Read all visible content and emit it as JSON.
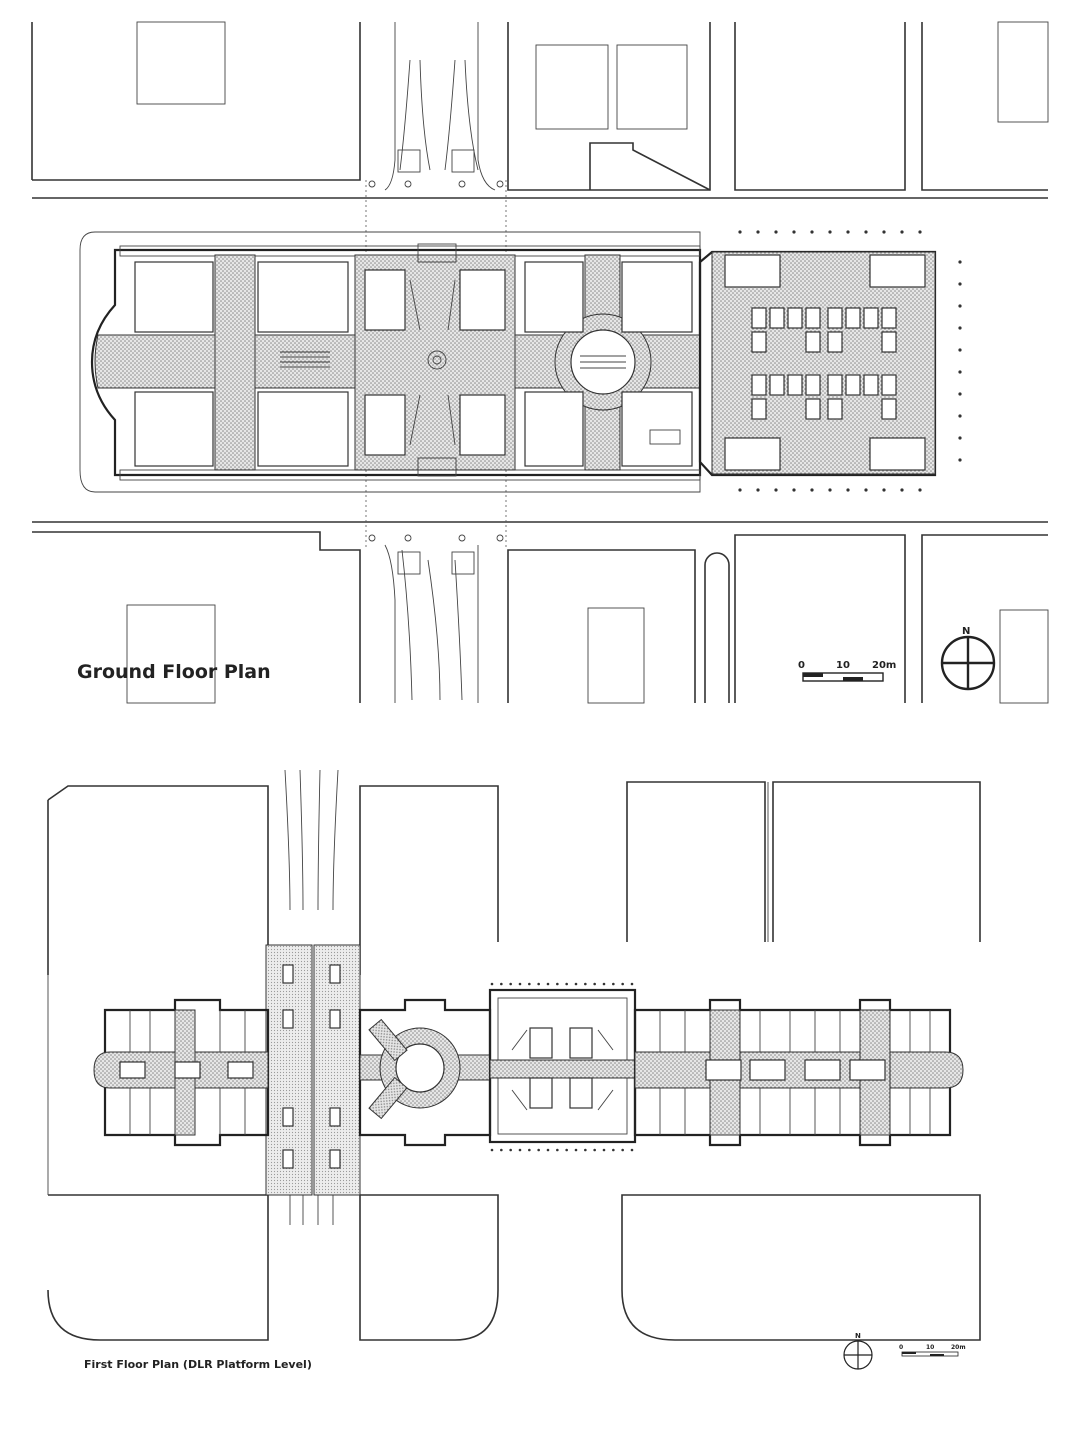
{
  "ground_floor": {
    "title": "Ground Floor Plan",
    "scale": {
      "labels": [
        "0",
        "10",
        "20m"
      ]
    },
    "north": "N"
  },
  "first_floor": {
    "title": "First Floor Plan (DLR Platform Level)",
    "scale": {
      "labels": [
        "0",
        "10",
        "20m"
      ]
    },
    "north": "N"
  }
}
